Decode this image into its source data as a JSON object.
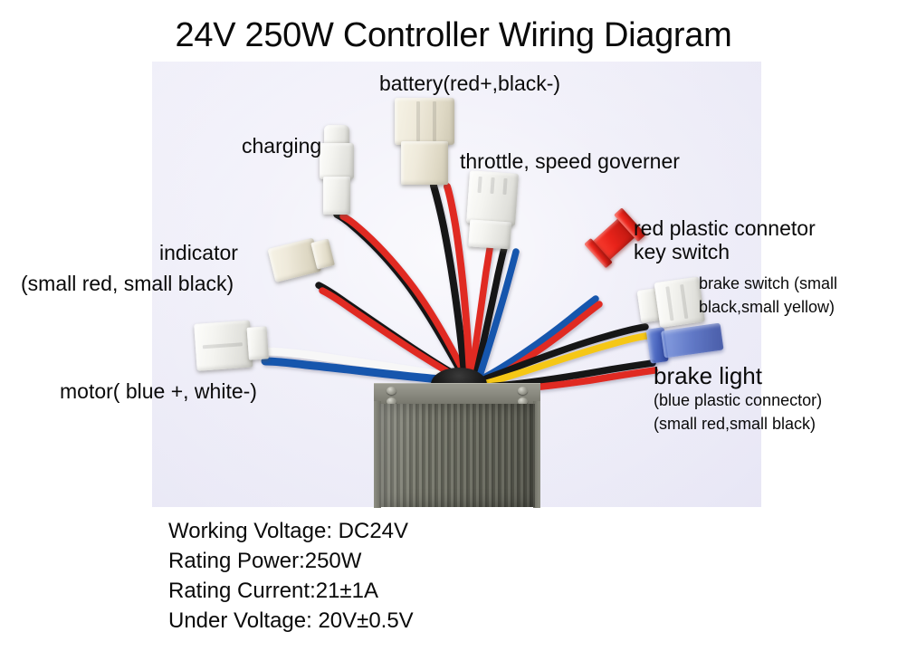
{
  "title": "24V 250W Controller Wiring Diagram",
  "labels": {
    "battery": "battery(red+,black-)",
    "charging": "charging",
    "throttle": "throttle, speed governer",
    "indicator": "indicator",
    "indicator_detail": "(small red, small black)",
    "motor": "motor( blue +, white-)",
    "key_switch_line1": "red plastic connetor",
    "key_switch_line2": "key switch",
    "brake_switch_line1": "brake switch (small",
    "brake_switch_line2": "black,small yellow)",
    "brake_light_title": "brake light",
    "brake_light_line1": "(blue plastic connector)",
    "brake_light_line2": "(small red,small black)"
  },
  "specs": [
    "Working Voltage: DC24V",
    "Rating Power:250W",
    "Rating Current:21±1A",
    "Under Voltage: 20V±0.5V"
  ],
  "colors": {
    "wire_red": "#e02a22",
    "wire_black": "#151515",
    "wire_blue": "#1656ad",
    "wire_white": "#f4f4f4",
    "wire_yellow": "#f5c713",
    "connector_cream": "#efeadb",
    "connector_red": "#e8231a",
    "connector_blue": "#3c5ab9",
    "panel_background": "#eceaf7",
    "page_background": "#ffffff",
    "heatsink": "#6d6e63",
    "text": "#0a0a0a"
  },
  "wires": [
    {
      "name": "battery-red",
      "color": "#e02a22",
      "to": "battery"
    },
    {
      "name": "battery-black",
      "color": "#151515",
      "to": "battery"
    },
    {
      "name": "charging-red",
      "color": "#e02a22",
      "to": "charging"
    },
    {
      "name": "charging-black",
      "color": "#151515",
      "to": "charging"
    },
    {
      "name": "indicator-red",
      "color": "#e02a22",
      "to": "indicator"
    },
    {
      "name": "indicator-black",
      "color": "#151515",
      "to": "indicator"
    },
    {
      "name": "motor-blue",
      "color": "#1656ad",
      "to": "motor"
    },
    {
      "name": "motor-white",
      "color": "#f4f4f4",
      "to": "motor"
    },
    {
      "name": "throttle-red",
      "color": "#e02a22",
      "to": "throttle"
    },
    {
      "name": "throttle-black",
      "color": "#151515",
      "to": "throttle"
    },
    {
      "name": "throttle-blue",
      "color": "#1656ad",
      "to": "throttle"
    },
    {
      "name": "key-switch-red",
      "color": "#e02a22",
      "to": "key-switch"
    },
    {
      "name": "key-switch-blue",
      "color": "#1656ad",
      "to": "key-switch"
    },
    {
      "name": "brake-switch-black",
      "color": "#151515",
      "to": "brake-switch"
    },
    {
      "name": "brake-switch-yellow",
      "color": "#f5c713",
      "to": "brake-switch"
    },
    {
      "name": "brake-light-red",
      "color": "#e02a22",
      "to": "brake-light"
    },
    {
      "name": "brake-light-black",
      "color": "#151515",
      "to": "brake-light"
    }
  ]
}
